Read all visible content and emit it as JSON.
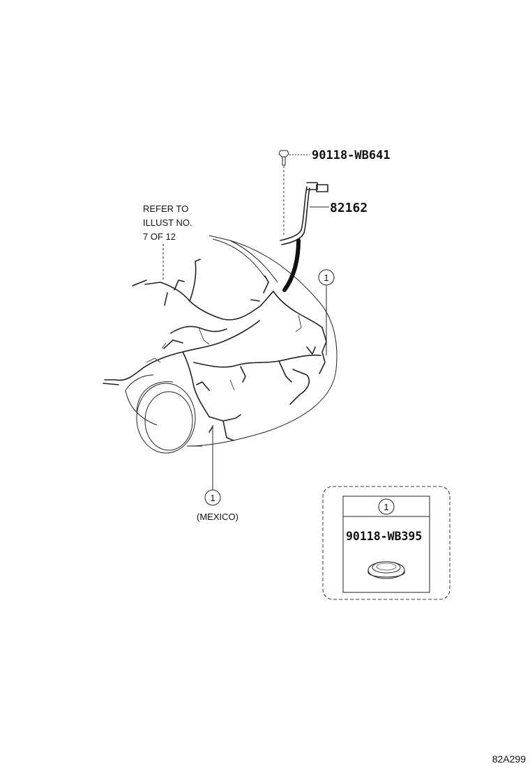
{
  "parts": {
    "bolt_number": "90118-WB641",
    "cable_number": "82162",
    "grommet_number": "90118-WB395"
  },
  "callouts": {
    "marker_1": "1",
    "marker_2": "1",
    "inset_marker": "1",
    "mexico_note": "(MEXICO)"
  },
  "refer_note": {
    "line1": "REFER TO",
    "line2": "ILLUST NO.",
    "line3": "7 OF 12"
  },
  "illustration_code": "82A299"
}
